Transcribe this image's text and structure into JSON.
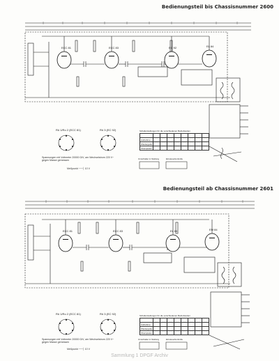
{
  "panels": [
    {
      "heading": "Bedienungsteil bis Chassisnummer 2600",
      "tubes": [
        "ECC 81",
        "ECC 83",
        "EC 92",
        "EL 84"
      ],
      "socket_labels": [
        "Rö 1/Ro 2 (ECC 81)",
        "Rö 3 (EC 92)"
      ],
      "note": "Spannungen mit Voltmeter 20000 Ω/V, am Wechselstrom 220 V~ gegen Masse gemessen",
      "note2": "Meßpunkt ──┤ 10 V",
      "table_title": "Schalterstellungen für die verschiedenen Betriebsarten",
      "table_rows": [
        "Aufnahme",
        "Wiedergabe",
        "Überspielen"
      ],
      "legend_a": "Umschalter in Stellung",
      "legend_b": "Einsteuerkontrolle"
    },
    {
      "heading": "Bedienungsteil ab Chassisnummer 2601",
      "tubes": [
        "ECC 81",
        "ECC 83",
        "EL 84",
        "EM 84"
      ],
      "socket_labels": [
        "Rö 1/Ro 2 (ECC 81)",
        "Rö 3 (EC 92)"
      ],
      "note": "Spannungen mit Voltmeter 20000 Ω/V, am Wechselstrom 220 V~ gegen Masse gemessen",
      "note2": "Meßpunkt ──┤ 10 V",
      "table_title": "Schalterstellungen für die verschiedenen Betriebsarten",
      "table_rows": [
        "Aufnahme",
        "Wiedergabe",
        "Überspielen"
      ],
      "legend_a": "Umschalter in Stellung",
      "legend_b": "Einsteuerkontrolle"
    }
  ],
  "watermark": "Sammlung 1 DPGF Archiv"
}
